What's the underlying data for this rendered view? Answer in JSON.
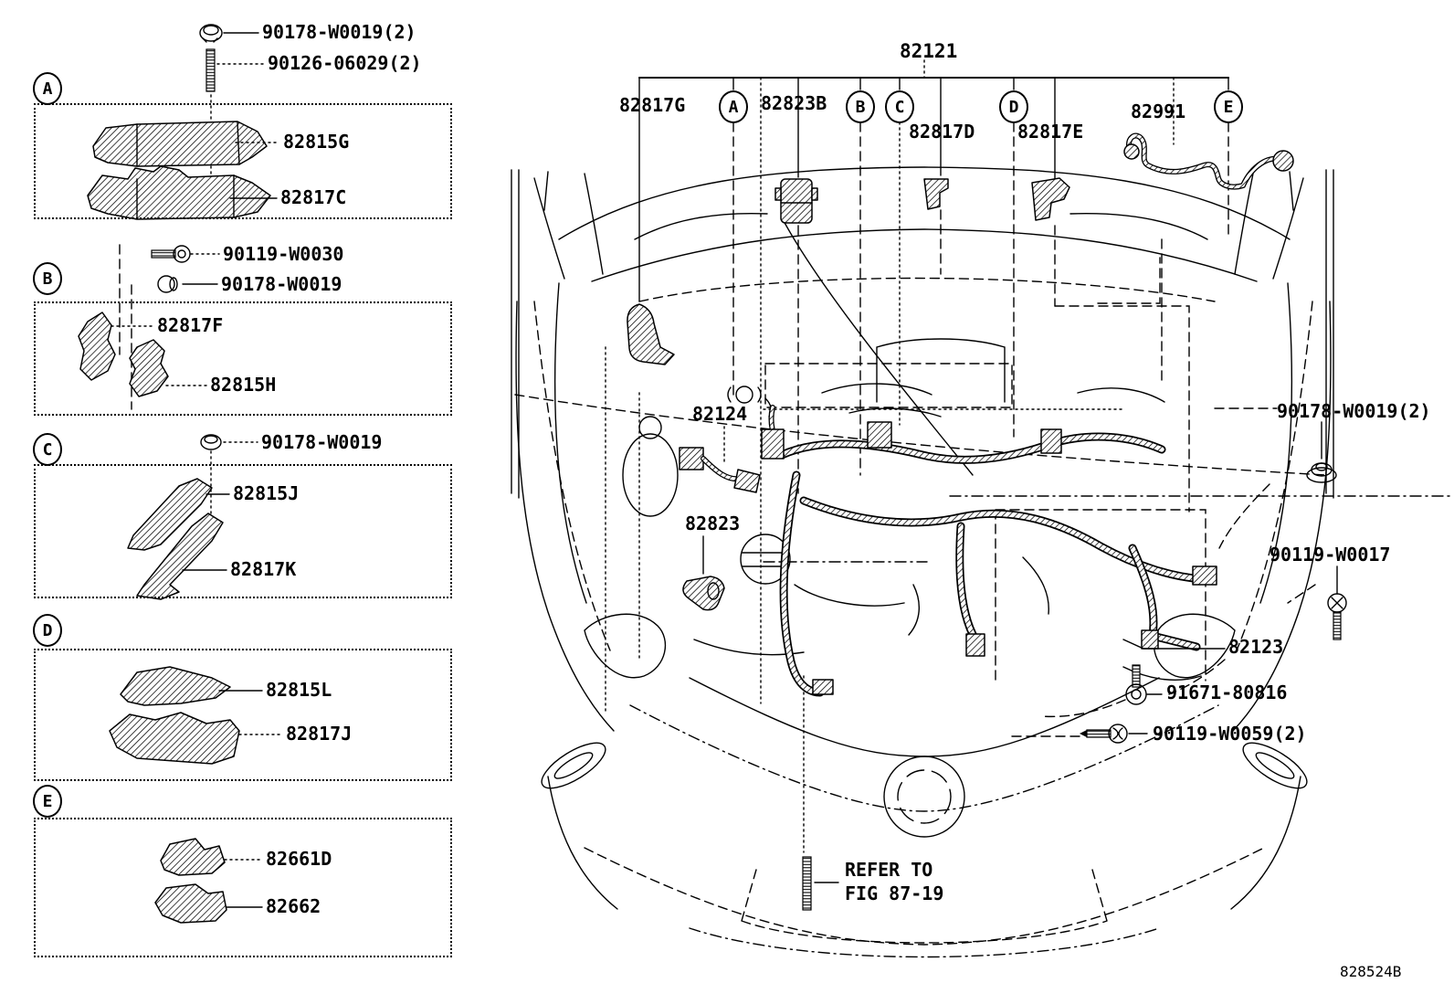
{
  "figure": {
    "code": "828524B"
  },
  "left_panel": {
    "sections": [
      {
        "callout": "A",
        "fasteners": [
          "90178-W0019(2)",
          "90126-06029(2)"
        ],
        "parts": [
          "82815G",
          "82817C"
        ]
      },
      {
        "callout": "B",
        "fasteners": [
          "90119-W0030",
          "90178-W0019"
        ],
        "parts": [
          "82817F",
          "82815H"
        ]
      },
      {
        "callout": "C",
        "fasteners": [
          "90178-W0019"
        ],
        "parts": [
          "82815J",
          "82817K"
        ]
      },
      {
        "callout": "D",
        "fasteners": [],
        "parts": [
          "82815L",
          "82817J"
        ]
      },
      {
        "callout": "E",
        "fasteners": [],
        "parts": [
          "82661D",
          "82662"
        ]
      }
    ]
  },
  "main_diagram": {
    "harness_part_no": "82121",
    "callouts": [
      "A",
      "B",
      "C",
      "D",
      "E"
    ],
    "branch_labels": [
      "82817G",
      "82823B",
      "82817D",
      "82817E",
      "82991"
    ],
    "inner_parts": [
      "82124",
      "82823",
      "82123"
    ],
    "fasteners": [
      "90178-W0019(2)",
      "90119-W0017",
      "91671-80816",
      "90119-W0059(2)"
    ],
    "note": {
      "line1": "REFER TO",
      "line2": "FIG 87-19"
    }
  }
}
